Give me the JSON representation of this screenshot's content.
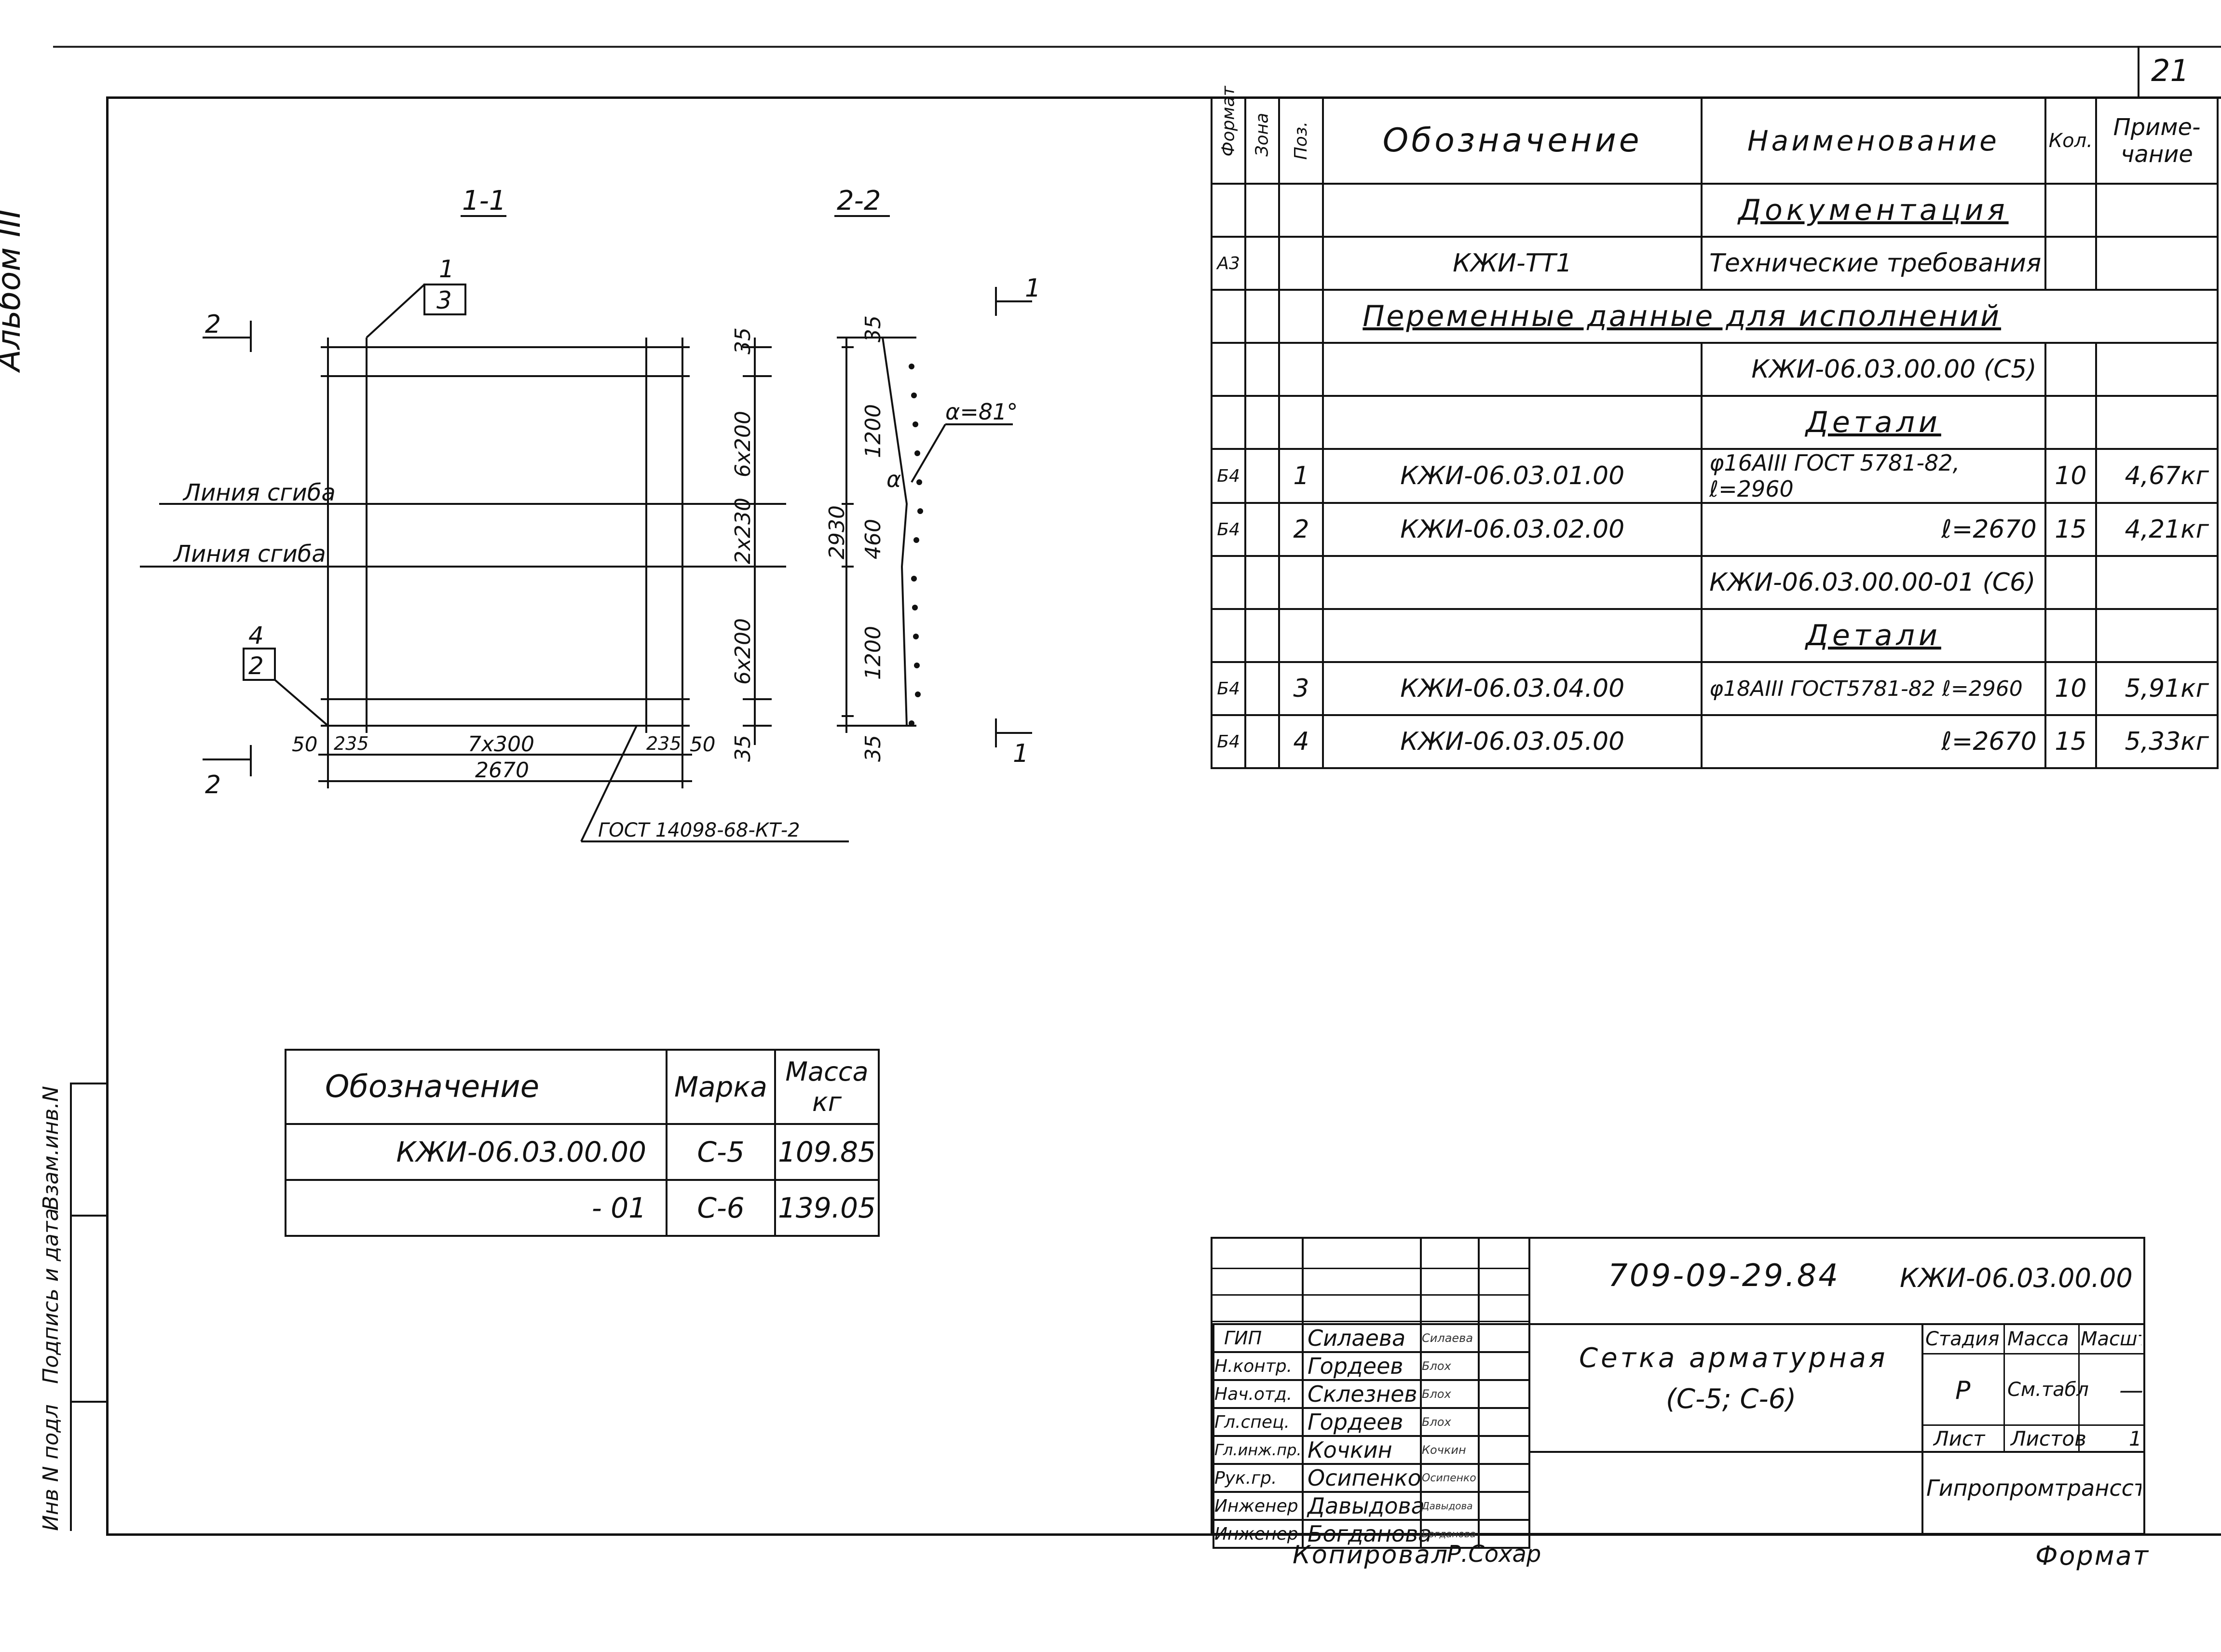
{
  "sheet": {
    "page_number": "21",
    "album": "Альбом III"
  },
  "side_stamp": {
    "cells": [
      "Инв N подл",
      "Подпись и дата",
      "Взам.инв.N"
    ]
  },
  "drawing": {
    "section_1_label": "1-1",
    "section_2_label": "2-2",
    "section_marks": [
      "1",
      "1",
      "2",
      "2"
    ],
    "callout_top": {
      "top": "1",
      "bottom": "3"
    },
    "callout_bottom": {
      "top": "4",
      "bottom": "2"
    },
    "bend_line_1": "Линия сгиба",
    "bend_line_2": "Линия сгиба",
    "dims_right": [
      "35",
      "6x200",
      "2x230",
      "6x200",
      "35"
    ],
    "dims_bottom": [
      "50",
      "235",
      "7x300",
      "235",
      "50"
    ],
    "total_width": "2670",
    "gost_leader": "ГОСТ 14098-68-КТ-2",
    "section2_dims": [
      "35",
      "1200",
      "460",
      "1200",
      "35"
    ],
    "section2_total": "2930",
    "angle_label": "α=81°",
    "angle_symbol": "α"
  },
  "spec_table": {
    "headers": {
      "format": "Формат",
      "zone": "Зона",
      "pos": "Поз.",
      "designation": "Обозначение",
      "name": "Наименование",
      "qty": "Кол.",
      "note": "Приме-чание"
    },
    "rows": [
      {
        "type": "section",
        "name": "Документация"
      },
      {
        "format": "А3",
        "zone": "",
        "pos": "",
        "designation": "КЖИ-ТТ1",
        "name": "Технические требования",
        "qty": "",
        "note": ""
      },
      {
        "type": "wide",
        "text": "Переменные данные для исполнений"
      },
      {
        "type": "name_only",
        "name": "КЖИ-06.03.00.00 (С5)"
      },
      {
        "type": "section",
        "name": "Детали"
      },
      {
        "format": "Б4",
        "zone": "",
        "pos": "1",
        "designation": "КЖИ-06.03.01.00",
        "name": "φ16АIII ГОСТ 5781-82, ℓ=2960",
        "qty": "10",
        "note": "4,67кг"
      },
      {
        "format": "Б4",
        "zone": "",
        "pos": "2",
        "designation": "КЖИ-06.03.02.00",
        "name": "ℓ=2670",
        "qty": "15",
        "note": "4,21кг"
      },
      {
        "type": "name_only_left",
        "name": "КЖИ-06.03.00.00-01 (С6)"
      },
      {
        "type": "section",
        "name": "Детали"
      },
      {
        "format": "Б4",
        "zone": "",
        "pos": "3",
        "designation": "КЖИ-06.03.04.00",
        "name": "φ18АIII ГОСТ5781-82  ℓ=2960",
        "qty": "10",
        "note": "5,91кг"
      },
      {
        "format": "Б4",
        "zone": "",
        "pos": "4",
        "designation": "КЖИ-06.03.05.00",
        "name": "ℓ=2670",
        "qty": "15",
        "note": "5,33кг"
      }
    ]
  },
  "mass_table": {
    "headers": {
      "designation": "Обозначение",
      "mark": "Марка",
      "mass": "Масса кг"
    },
    "rows": [
      {
        "designation": "КЖИ-06.03.00.00",
        "mark": "С-5",
        "mass": "109.85"
      },
      {
        "designation": "- 01",
        "mark": "С-6",
        "mass": "139.05"
      }
    ]
  },
  "title_block": {
    "code": "709-09-29.84",
    "doc_code": "КЖИ-06.03.00.00",
    "title_line1": "Сетка арматурная",
    "title_line2": "(С-5; С-6)",
    "stage_label": "Стадия",
    "mass_label": "Масса",
    "scale_label": "Масшт",
    "stage": "Р",
    "mass": "См.табл",
    "scale": "—",
    "sheet_label": "Лист",
    "sheets_label": "Листов",
    "sheets": "1",
    "organization": "Гипропромтрансстрой",
    "people": [
      {
        "role": "ГИП",
        "name": "Силаева",
        "sign": "Силаева"
      },
      {
        "role": "Н.контр.",
        "name": "Гордеев",
        "sign": "Блох"
      },
      {
        "role": "Нач.отд.",
        "name": "Склезнев",
        "sign": "Блох"
      },
      {
        "role": "Гл.спец.",
        "name": "Гордеев",
        "sign": "Блох"
      },
      {
        "role": "Гл.инж.пр.",
        "name": "Кочкин",
        "sign": "Кочкин"
      },
      {
        "role": "Рук.гр.",
        "name": "Осипенко",
        "sign": "Осипенко"
      },
      {
        "role": "Инженер",
        "name": "Давыдова",
        "sign": "Давыдова"
      },
      {
        "role": "Инженер",
        "name": "Богданова",
        "sign": "Богданова"
      }
    ],
    "copied_by_label": "Копировал",
    "copied_by": "Р.Сохар",
    "format_label": "Формат"
  }
}
